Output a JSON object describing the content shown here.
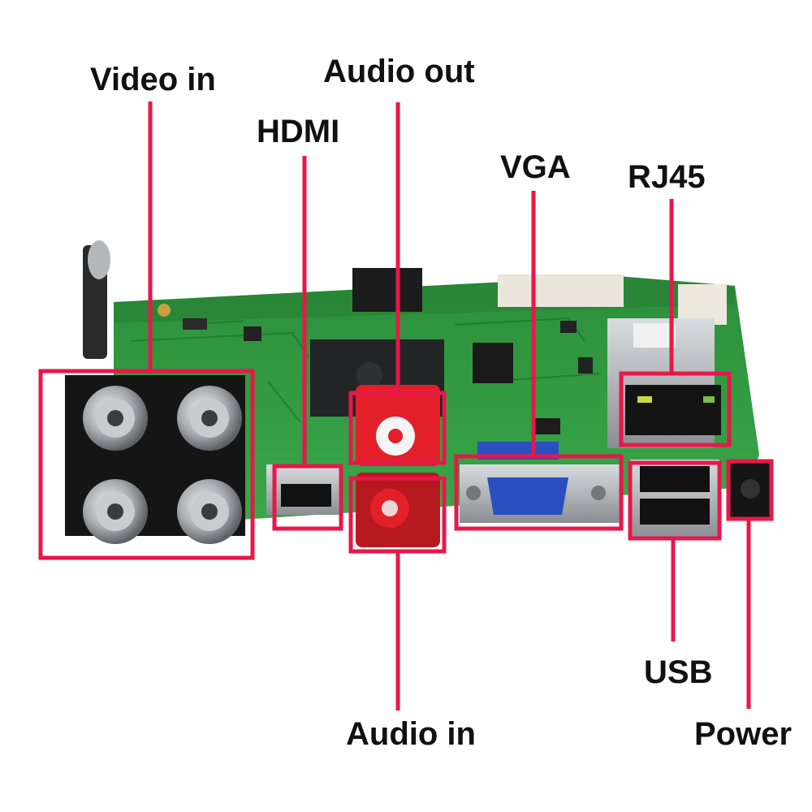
{
  "labels": {
    "video_in": "Video in",
    "audio_out": "Audio out",
    "hdmi": "HDMI",
    "vga": "VGA",
    "rj45": "RJ45",
    "usb": "USB",
    "audio_in": "Audio in",
    "power": "Power"
  },
  "colors": {
    "highlight": "#e8174a",
    "pcb": "#2f9a3e",
    "pcb_dark": "#1f7a2e",
    "metal": "#b8bcc0",
    "rca_red": "#e3202a",
    "vga_blue": "#2a4fc0",
    "connector_black": "#1a1a1a"
  }
}
